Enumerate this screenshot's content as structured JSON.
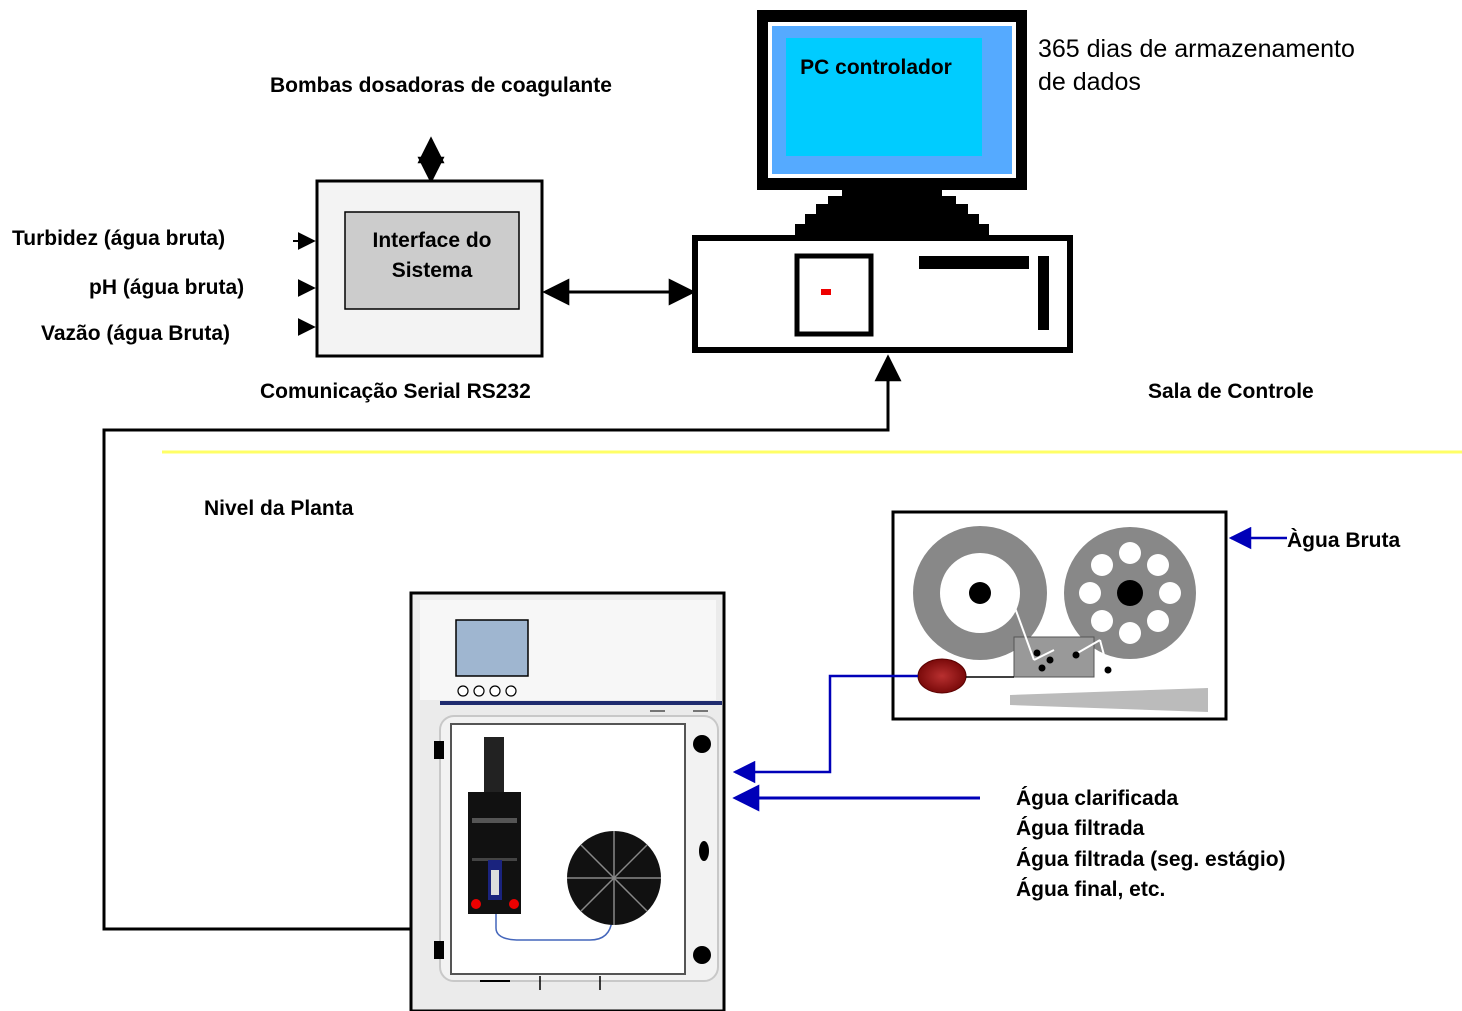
{
  "labels": {
    "pumps": "Bombas dosadoras de coagulante",
    "pc": "PC controlador",
    "storage_line1": "365 dias de armazenamento",
    "storage_line2": "de dados",
    "interface_line1": "Interface do",
    "interface_line2": "Sistema",
    "input_turbidity": "Turbidez (água bruta)",
    "input_ph": "pH (água bruta)",
    "input_flow": "Vazão (água Bruta)",
    "serial": "Comunicação Serial RS232",
    "control_room": "Sala de Controle",
    "plant_level": "Nivel da Planta",
    "raw_water": "Àgua Bruta",
    "sample_1": "Água clarificada",
    "sample_2": "Água filtrada",
    "sample_3": "Água filtrada (seg. estágio)",
    "sample_4": "Água final, etc."
  },
  "colors": {
    "wire": "#000000",
    "water_line": "#0000b8",
    "divider": "#ffff66",
    "screen": "#00ccff",
    "screen_bezel": "#55aaff",
    "interface_box": "#cccccc",
    "led": "#ee0000",
    "valve": "#8b0f0f"
  },
  "icons": [
    "monitor-icon",
    "cpu-tower-icon",
    "analyzer-cabinet-icon",
    "sampler-reel-icon",
    "valve-icon"
  ]
}
